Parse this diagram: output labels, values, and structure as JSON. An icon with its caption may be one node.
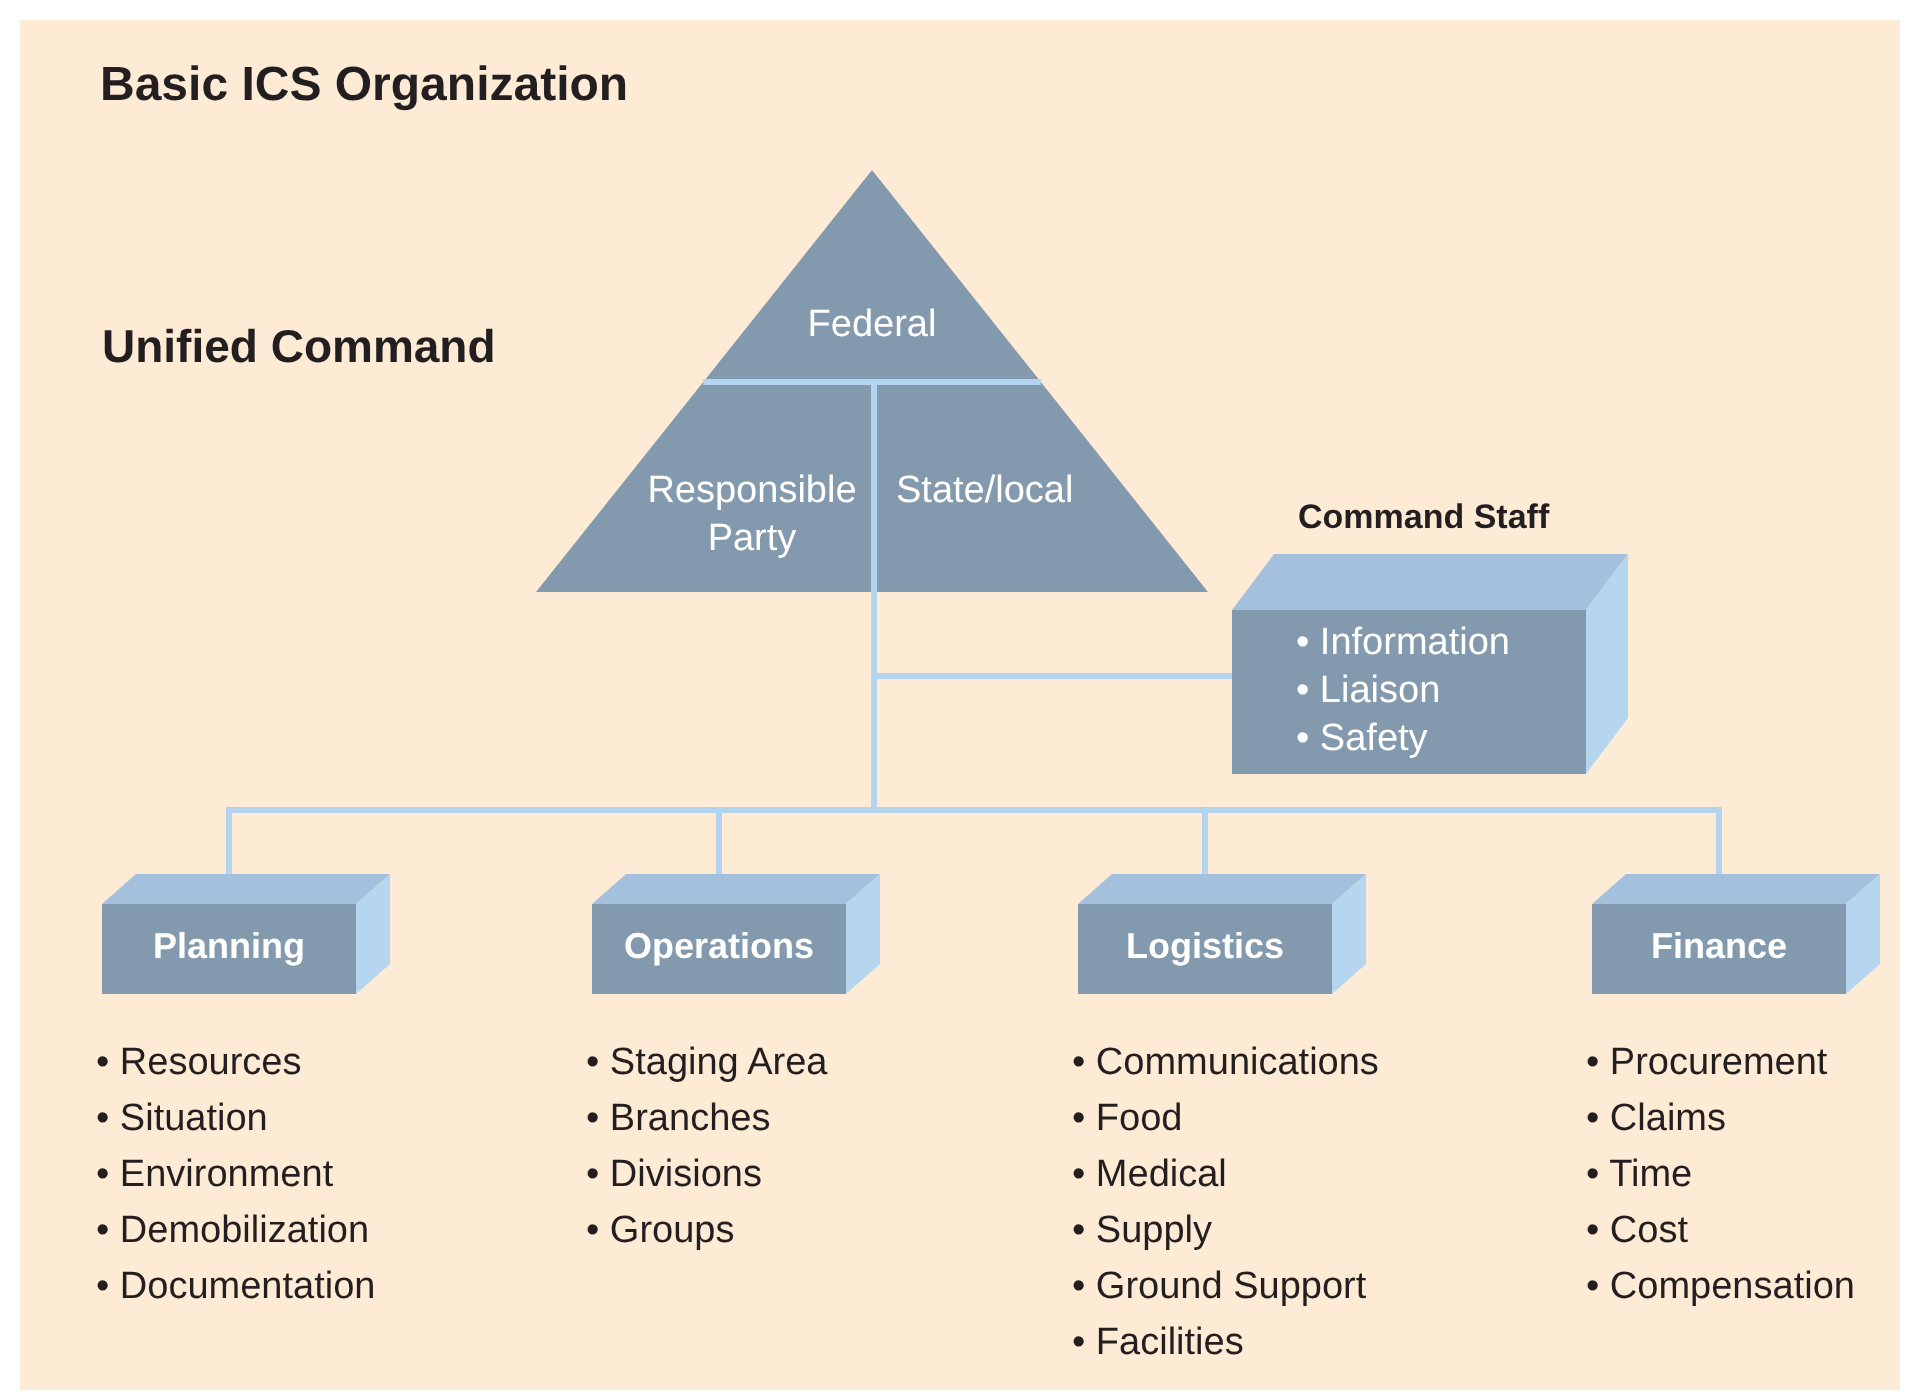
{
  "diagram": {
    "title": "Basic ICS Organization",
    "nodes": [
      {
        "text": [
          "Federal",
          "Responsible Party",
          "State/local"
        ],
        "beside": [
          "Unified Command"
        ]
      },
      {
        "text": [
          "Command Staff",
          "• Information",
          "• Liaison",
          "• Safety"
        ]
      },
      {
        "text": [
          "Planning"
        ],
        "beside": [
          "• Resources",
          "• Situation",
          "• Environment",
          "• Demobilization",
          "• Documentation"
        ]
      },
      {
        "text": [
          "Operations"
        ],
        "beside": [
          "• Staging Area",
          "• Branches",
          "• Divisions",
          "• Groups"
        ]
      },
      {
        "text": [
          "Logistics"
        ],
        "beside": [
          "• Communications",
          "• Food",
          "• Medical",
          "• Supply",
          "• Ground Support",
          "• Facilities"
        ]
      },
      {
        "text": [
          "Finance"
        ],
        "beside": [
          "• Procurement",
          "• Claims",
          "• Time",
          "• Cost",
          "• Compensation"
        ]
      }
    ],
    "edges": [
      {
        "from": 0,
        "to": 1,
        "arrow": "none"
      },
      {
        "from": 0,
        "to": 2,
        "arrow": "none"
      },
      {
        "from": 0,
        "to": 3,
        "arrow": "none"
      },
      {
        "from": 0,
        "to": 4,
        "arrow": "none"
      },
      {
        "from": 0,
        "to": 5,
        "arrow": "none"
      }
    ]
  }
}
